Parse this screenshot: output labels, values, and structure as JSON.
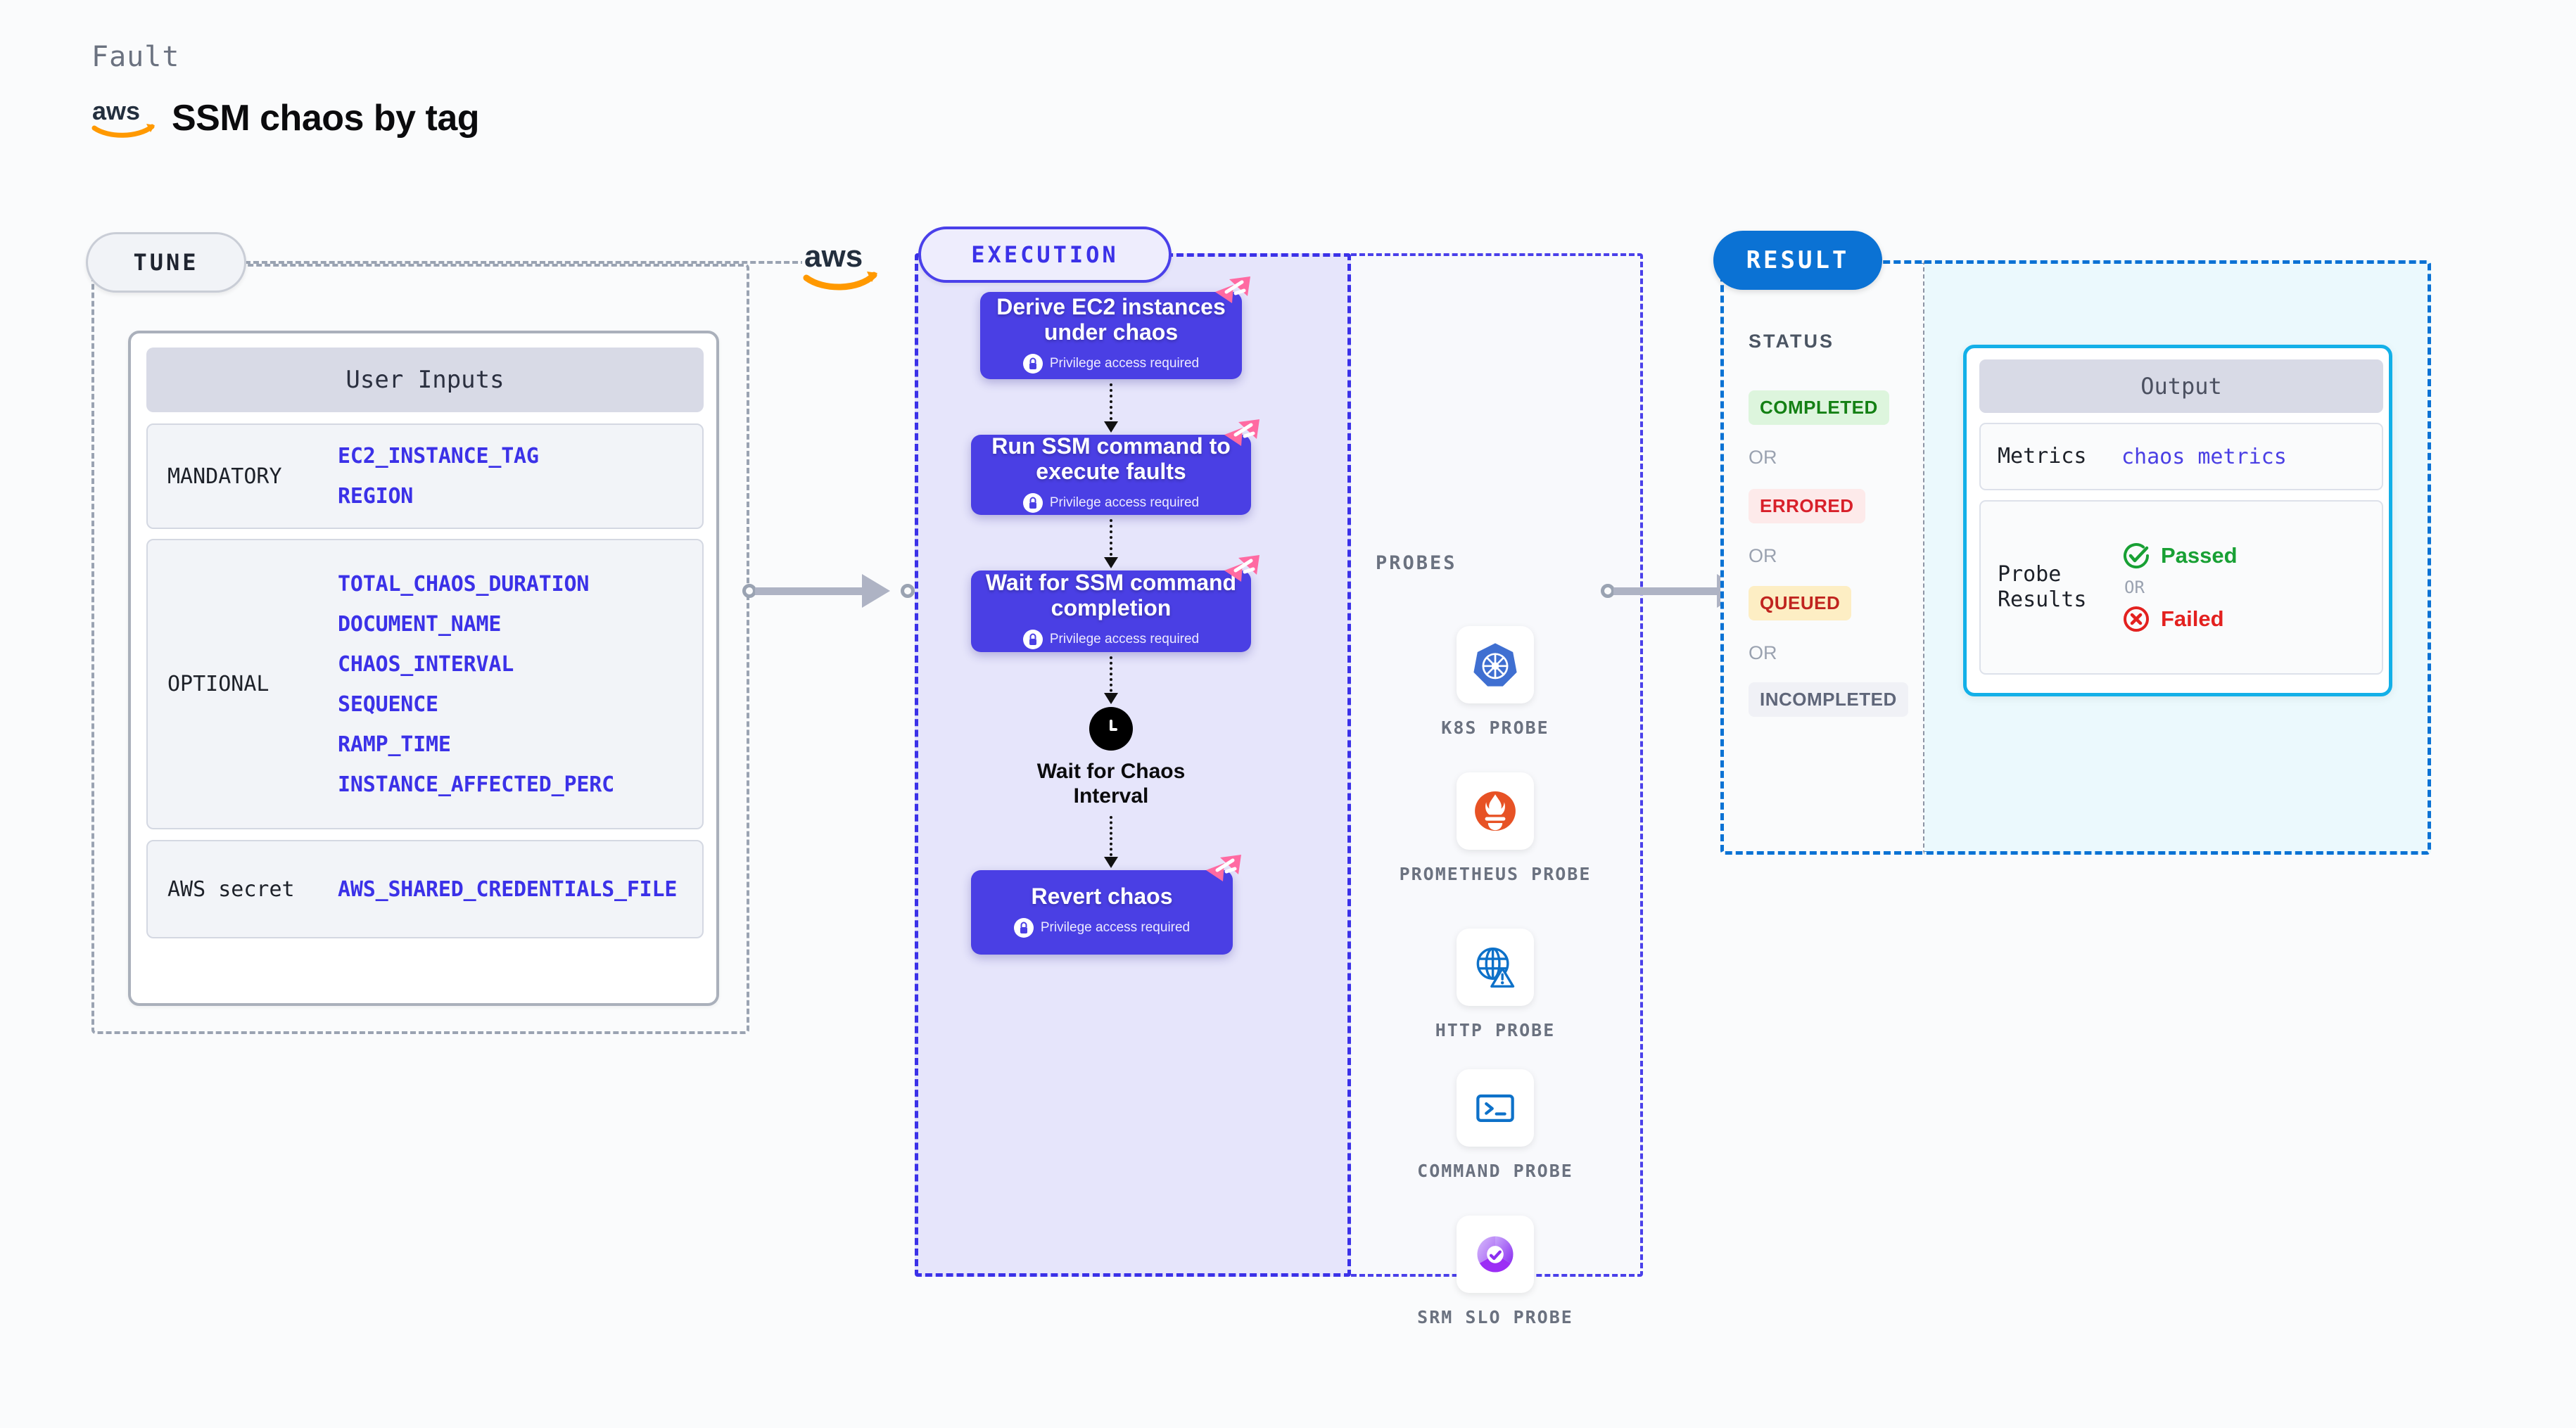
{
  "header": {
    "kicker": "Fault",
    "title": "SSM chaos by tag",
    "logo_icon": "aws-logo"
  },
  "tune": {
    "pill_label": "TUNE",
    "logo_icon": "aws-logo",
    "card_title": "User Inputs",
    "groups": [
      {
        "label": "MANDATORY",
        "vars": [
          "EC2_INSTANCE_TAG",
          "REGION"
        ]
      },
      {
        "label": "OPTIONAL",
        "vars": [
          "TOTAL_CHAOS_DURATION",
          "DOCUMENT_NAME",
          "CHAOS_INTERVAL",
          "SEQUENCE",
          "RAMP_TIME",
          "INSTANCE_AFFECTED_PERC"
        ]
      },
      {
        "label": "AWS secret",
        "vars": [
          "AWS_SHARED_CREDENTIALS_FILE"
        ]
      }
    ]
  },
  "execution": {
    "pill_label": "EXECUTION",
    "privilege_note": "Privilege access required",
    "steps": [
      {
        "title": "Derive EC2 instances under chaos",
        "privileged": true
      },
      {
        "title": "Run SSM command to execute faults",
        "privileged": true
      },
      {
        "title": "Wait for SSM command completion",
        "privileged": true
      }
    ],
    "wait_node": {
      "label": "Wait for Chaos Interval",
      "icon": "clock-icon"
    },
    "final_step": {
      "title": "Revert chaos",
      "privileged": true
    }
  },
  "probes": {
    "title": "PROBES",
    "items": [
      {
        "label": "K8S PROBE",
        "icon": "kubernetes-icon"
      },
      {
        "label": "PROMETHEUS PROBE",
        "icon": "prometheus-icon"
      },
      {
        "label": "HTTP PROBE",
        "icon": "http-globe-icon"
      },
      {
        "label": "COMMAND PROBE",
        "icon": "terminal-icon"
      },
      {
        "label": "SRM SLO PROBE",
        "icon": "srm-slo-icon"
      }
    ]
  },
  "result": {
    "pill_label": "RESULT",
    "status_title": "STATUS",
    "or_label": "OR",
    "statuses": [
      {
        "label": "COMPLETED",
        "bg": "#ddf5dd",
        "fg": "#148014"
      },
      {
        "label": "ERRORED",
        "bg": "#fdeaea",
        "fg": "#d8202a"
      },
      {
        "label": "QUEUED",
        "bg": "#fdeec4",
        "fg": "#c0241f"
      },
      {
        "label": "INCOMPLETED",
        "bg": "#f0f1f6",
        "fg": "#5f6679"
      }
    ],
    "output": {
      "title": "Output",
      "metrics_label": "Metrics",
      "metrics_value": "chaos metrics",
      "probe_label": "Probe Results",
      "passed_label": "Passed",
      "failed_label": "Failed",
      "or_label": "OR",
      "passed_icon": "check-circle-icon",
      "failed_icon": "x-circle-icon"
    }
  },
  "colors": {
    "accent_purple": "#4a3fe4",
    "accent_blue": "#0b72d4",
    "accent_cyan": "#13b0e8",
    "pink_marker": "#ff6aa2",
    "aws_orange": "#ff9900",
    "var_blue": "#3b31e8"
  }
}
